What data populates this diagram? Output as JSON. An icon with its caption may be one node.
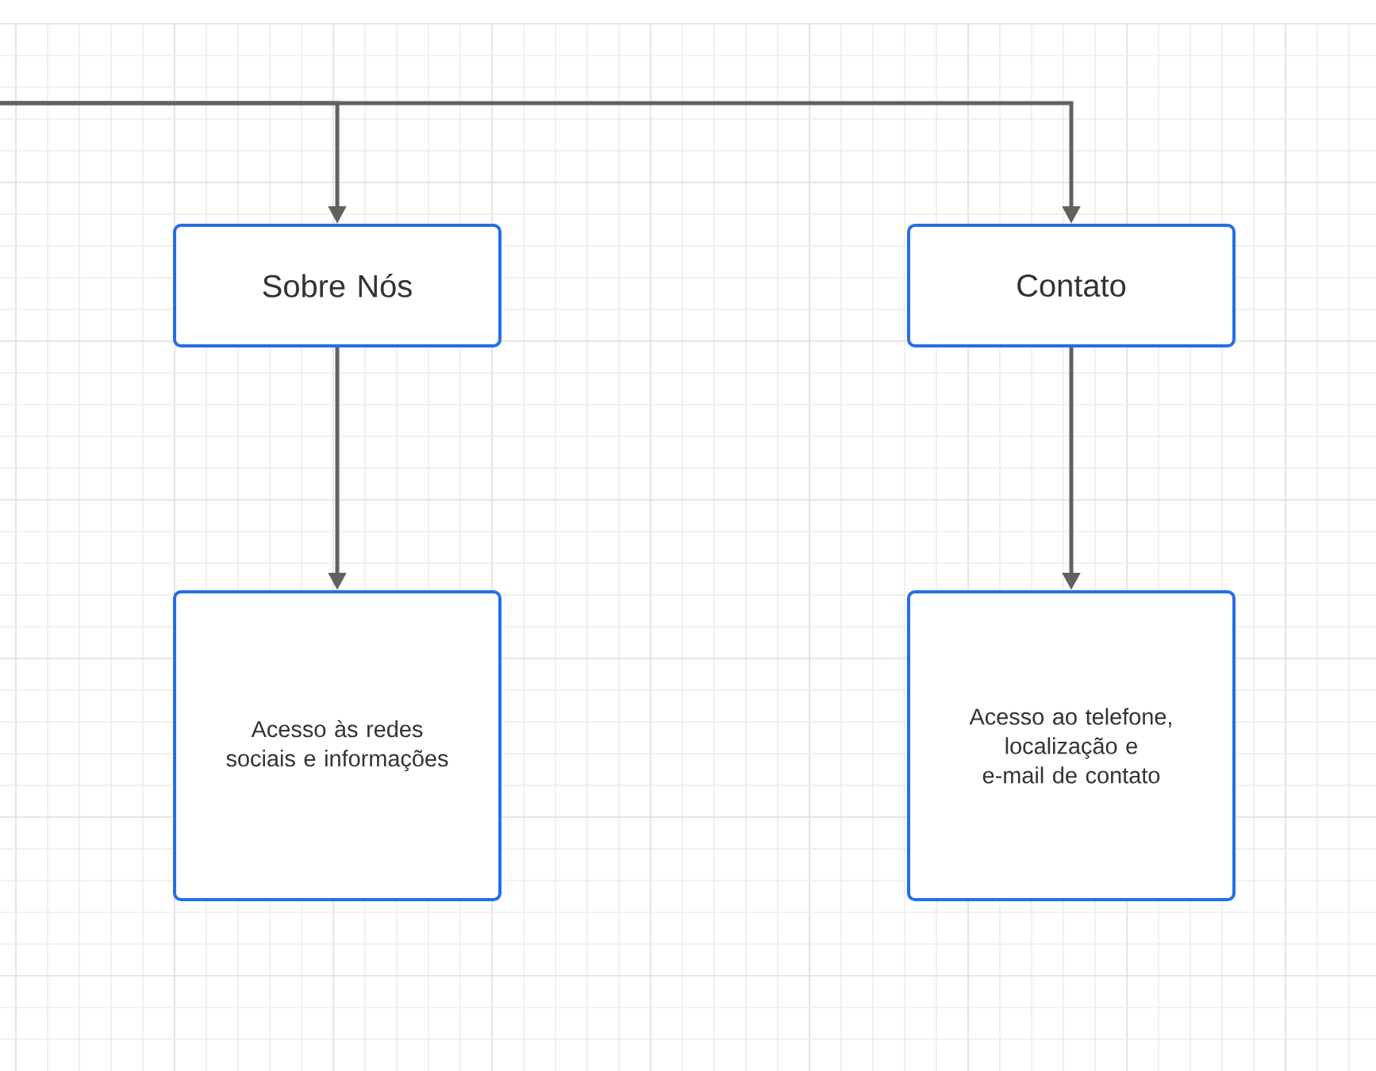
{
  "diagram": {
    "nodes": [
      {
        "text": [
          "Sobre Nós"
        ]
      },
      {
        "text": [
          "Contato"
        ]
      },
      {
        "text": [
          "Acesso às redes sociais e informações"
        ]
      },
      {
        "text": [
          "Acesso ao telefone, localização e e-mail de contato"
        ]
      }
    ],
    "edges": [
      {
        "from": null,
        "to": 0,
        "arrow": "to"
      },
      {
        "from": null,
        "to": 1,
        "arrow": "to"
      },
      {
        "from": 0,
        "to": 2,
        "arrow": "to"
      },
      {
        "from": 1,
        "to": 3,
        "arrow": "to"
      }
    ]
  }
}
